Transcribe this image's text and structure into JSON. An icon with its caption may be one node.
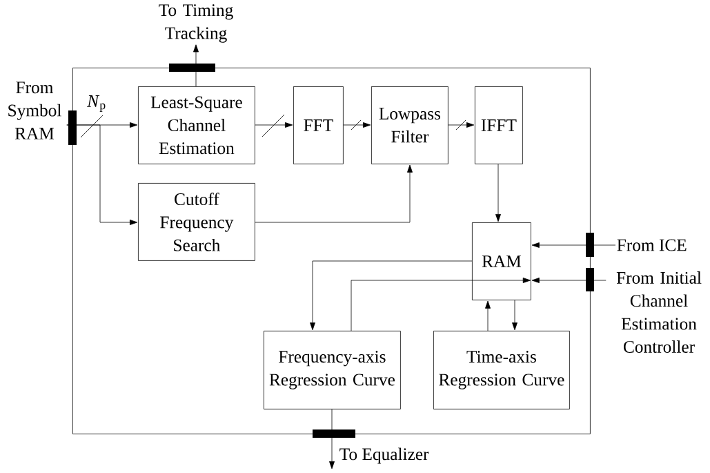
{
  "diagram": {
    "nodes": [
      {
        "text": [],
        "shape": "box"
      },
      {
        "text": [
          "Least-Square Channel Estimation"
        ],
        "in": 0
      },
      {
        "text": [
          "FFT"
        ],
        "in": 0
      },
      {
        "text": [
          "Lowpass Filter"
        ],
        "in": 0
      },
      {
        "text": [
          "IFFT"
        ],
        "in": 0
      },
      {
        "text": [
          "Cutoff Frequency Search"
        ],
        "in": 0
      },
      {
        "text": [
          "RAM"
        ],
        "in": 0
      },
      {
        "text": [
          "Frequency-axis Regression Curve"
        ],
        "in": 0
      },
      {
        "text": [
          "Time-axis Regression Curve"
        ],
        "in": 0
      },
      {
        "text": [
          "From Symbol RAM"
        ]
      },
      {
        "text": [
          "To Timing Tracking"
        ]
      },
      {
        "text": [
          "From ICE"
        ]
      },
      {
        "text": [
          "From Initial Channel Estimation Controller"
        ]
      }
    ],
    "edges": [
      {
        "from": 9,
        "to": 1,
        "arrow": "to",
        "label": "*N*$_{p}$"
      },
      {
        "from": 9,
        "to": 5,
        "arrow": "to"
      },
      {
        "from": 1,
        "to": 2,
        "arrow": "to"
      },
      {
        "from": 2,
        "to": 3,
        "arrow": "to"
      },
      {
        "from": 3,
        "to": 4,
        "arrow": "to"
      },
      {
        "from": 5,
        "to": 3,
        "arrow": "to"
      },
      {
        "from": 4,
        "to": 6,
        "arrow": "to"
      },
      {
        "from": 11,
        "to": 6,
        "arrow": "to"
      },
      {
        "from": 12,
        "to": 6,
        "arrow": "to"
      },
      {
        "from": 6,
        "to": 7,
        "arrow": "to"
      },
      {
        "from": 7,
        "to": 6,
        "arrow": "to"
      },
      {
        "from": 8,
        "to": 6,
        "arrow": "to"
      },
      {
        "from": 6,
        "to": 8,
        "arrow": "to"
      },
      {
        "from": 1,
        "to": 10,
        "arrow": "to"
      },
      {
        "from": 7,
        "to": null,
        "arrow": "to",
        "label": "To Equalizer"
      }
    ]
  }
}
